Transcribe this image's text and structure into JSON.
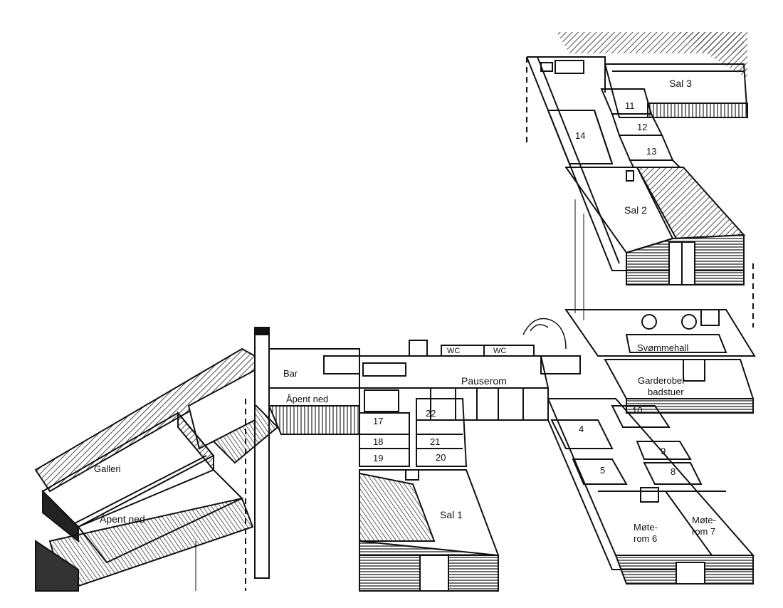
{
  "rooms": {
    "sal3": "Sal 3",
    "sal2": "Sal 2",
    "sal1": "Sal 1",
    "r11": "11",
    "r12": "12",
    "r13": "13",
    "r14": "14",
    "svommehall": "Svømmehall",
    "garderober": "Garderober",
    "badstuer": "badstuer",
    "wc1": "WC",
    "wc2": "WC",
    "pauserom": "Pauserom",
    "bar": "Bar",
    "apent_ned_top": "Åpent ned",
    "galleri": "Galleri",
    "apent_ned_bottom": "Åpent ned",
    "r17": "17",
    "r18": "18",
    "r19": "19",
    "r22": "22",
    "r21": "21",
    "r20": "20",
    "r10": "10",
    "r4": "4",
    "r9": "9",
    "r5": "5",
    "r8": "8",
    "mote6_a": "Møte-",
    "mote6_b": "rom 6",
    "mote7_a": "Møte-",
    "mote7_b": "rom 7"
  },
  "colors": {
    "ink": "#111111",
    "paper": "#ffffff",
    "hatch": "#2a2a2a"
  }
}
